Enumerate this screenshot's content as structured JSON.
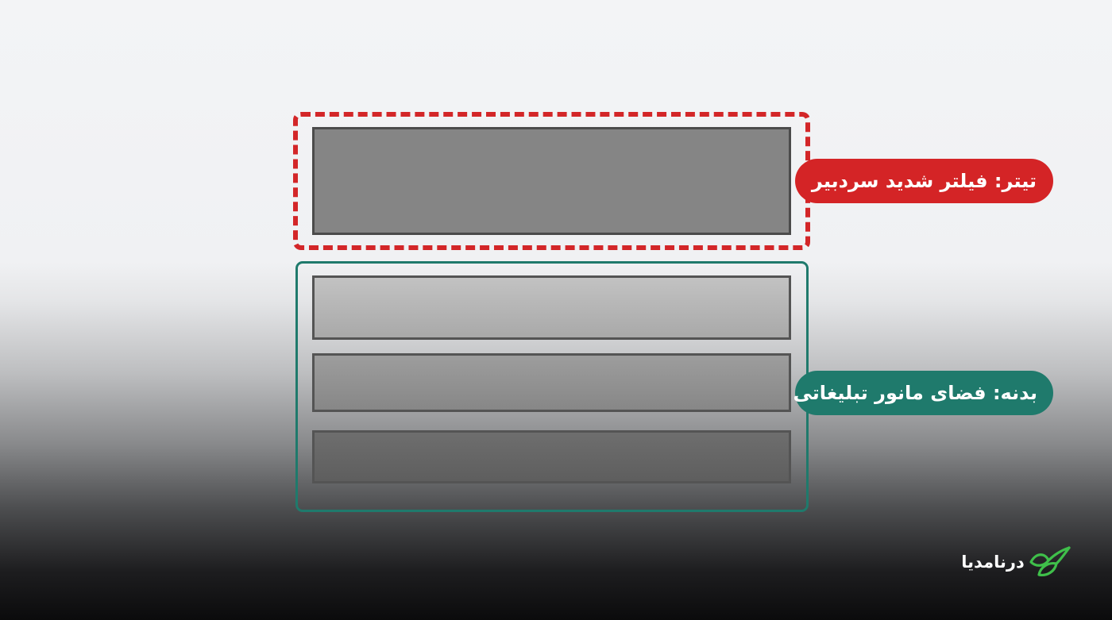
{
  "labels": {
    "title": "تیتر: فیلتر شدید سردبیر",
    "body": "بدنه: فضای مانور تبلیغاتی"
  },
  "brand": {
    "name": "درنامدیا",
    "icon": "leaf-logo-icon"
  },
  "colors": {
    "title_accent": "#d42426",
    "body_accent": "#1f7a6c",
    "brand_green": "#3fbf4a"
  }
}
